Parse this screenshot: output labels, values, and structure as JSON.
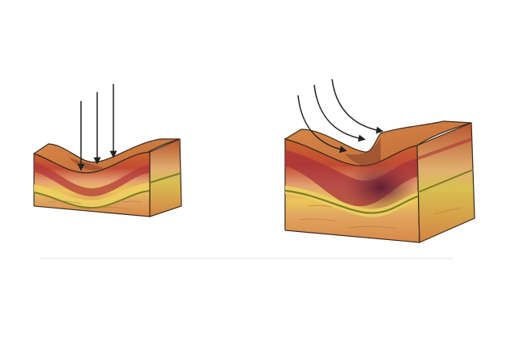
{
  "diagram": {
    "panels": [
      {
        "id": "vertical-force",
        "arrows": 3,
        "arrow_style": "straight-down",
        "deformation": "shallow-depression"
      },
      {
        "id": "oblique-force",
        "arrows": 3,
        "arrow_style": "curved",
        "deformation": "deep-fold"
      }
    ],
    "colors": {
      "surface_top": "#d07a3e",
      "upper_layer": "#c25a2c",
      "red_band": "#a8332e",
      "dark_red": "#7a2233",
      "pink_band": "#d98a78",
      "yellow_band": "#e8c85a",
      "olive_line": "#8a8a2a",
      "lower_layer": "#e0a060",
      "deep_layer": "#d88a48",
      "side_face": "#c87840",
      "outline": "#3a2a1e",
      "arrow": "#222222"
    }
  }
}
